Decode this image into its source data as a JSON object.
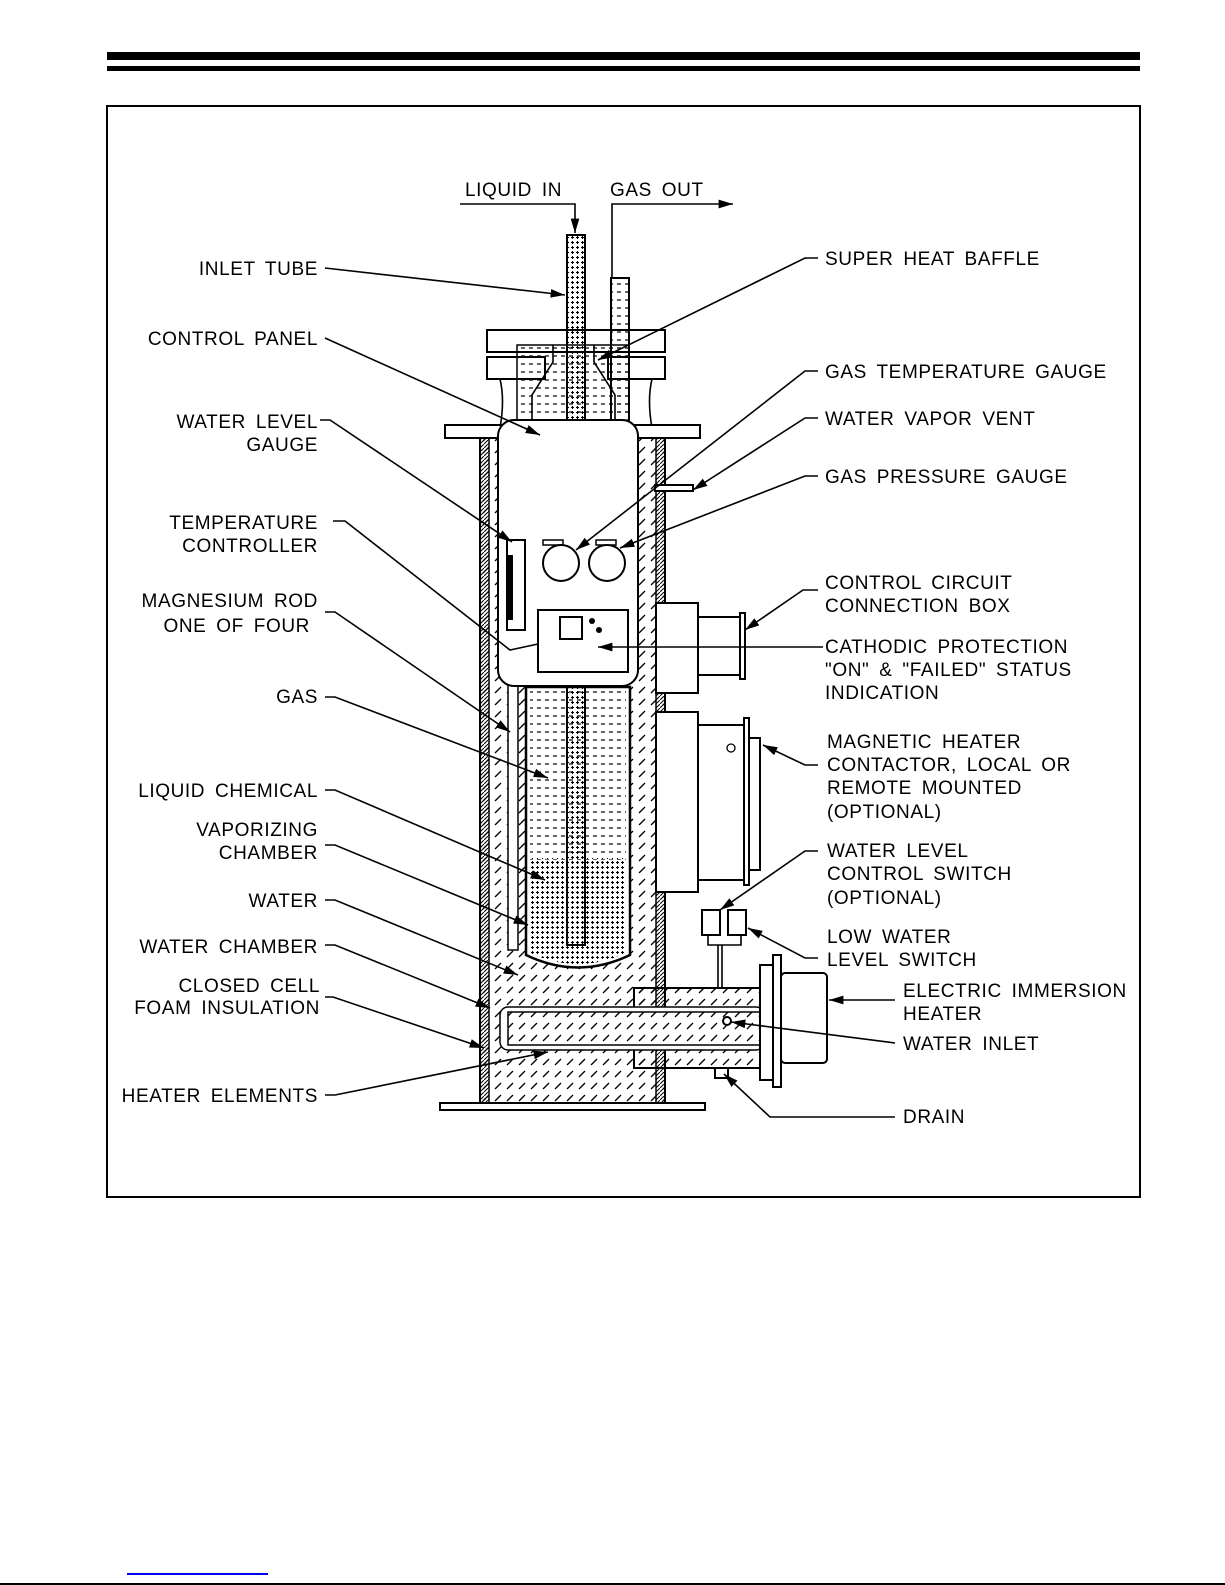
{
  "top": {
    "liquid_in": "LIQUID IN",
    "gas_out": "GAS OUT"
  },
  "left_labels": {
    "inlet_tube": "INLET TUBE",
    "control_panel": "CONTROL PANEL",
    "water_level_gauge": [
      "WATER LEVEL",
      "GAUGE"
    ],
    "temperature_controller": [
      "TEMPERATURE",
      "CONTROLLER"
    ],
    "magnesium_rod": [
      "MAGNESIUM ROD",
      "ONE OF FOUR"
    ],
    "gas": "GAS",
    "liquid_chemical": "LIQUID CHEMICAL",
    "vaporizing_chamber": [
      "VAPORIZING",
      "CHAMBER"
    ],
    "water": "WATER",
    "water_chamber": "WATER CHAMBER",
    "foam_insulation": [
      "CLOSED CELL",
      "FOAM INSULATION"
    ],
    "heater_elements": "HEATER ELEMENTS"
  },
  "right_labels": {
    "super_heat_baffle": "SUPER HEAT BAFFLE",
    "gas_temperature_gauge": "GAS TEMPERATURE GAUGE",
    "water_vapor_vent": "WATER VAPOR VENT",
    "gas_pressure_gauge": "GAS PRESSURE GAUGE",
    "control_circuit_box": [
      "CONTROL CIRCUIT",
      "CONNECTION BOX"
    ],
    "cathodic_protection": [
      "CATHODIC PROTECTION",
      "\"ON\" & \"FAILED\" STATUS",
      "INDICATION"
    ],
    "magnetic_heater_contactor": [
      "MAGNETIC HEATER",
      "CONTACTOR, LOCAL OR",
      "REMOTE MOUNTED",
      "(OPTIONAL)"
    ],
    "water_level_control_switch": [
      "WATER LEVEL",
      "CONTROL SWITCH",
      "(OPTIONAL)"
    ],
    "low_water_level_switch": [
      "LOW WATER",
      "LEVEL SWITCH"
    ],
    "electric_immersion_heater": [
      "ELECTRIC IMMERSION",
      "HEATER"
    ],
    "water_inlet": "WATER INLET",
    "drain": "DRAIN"
  },
  "colors": {
    "line": "#000000",
    "footer_link": "#0000ee"
  }
}
